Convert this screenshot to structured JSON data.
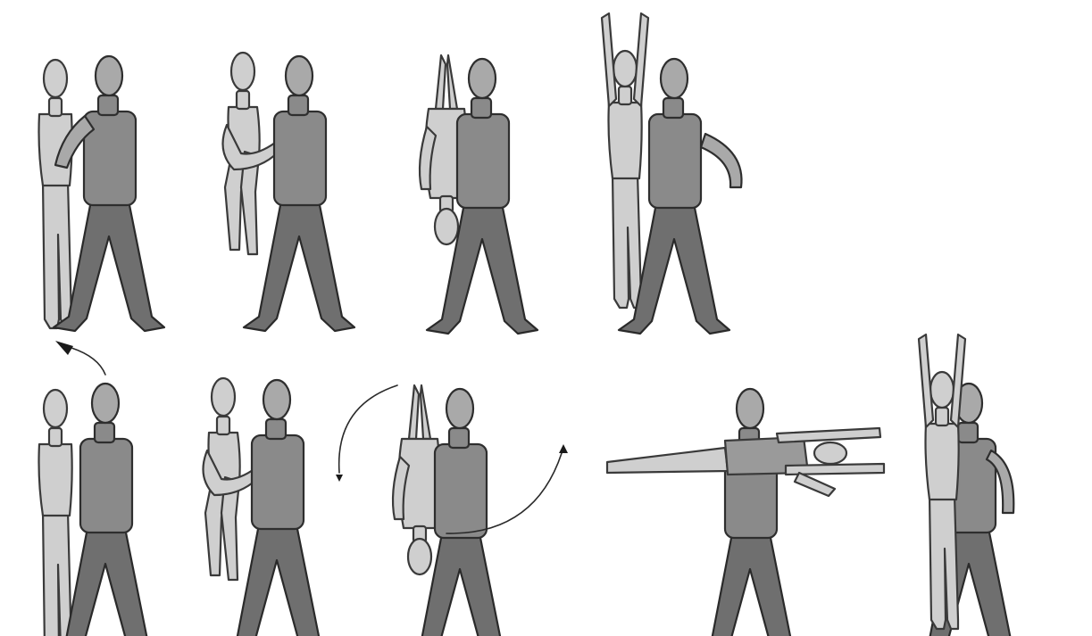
{
  "figure": {
    "rows": [
      {
        "frames": [
          "lift-start",
          "knees-up",
          "inverted-hold",
          "arms-up-finish"
        ]
      },
      {
        "frames": [
          "lift-start-rotate",
          "knees-up",
          "inverted-rotation",
          "horizontal-hold",
          "arms-up-finish"
        ]
      }
    ],
    "colors": {
      "woman": "#cfcfcf",
      "man": "#8a8a8a",
      "outline": "#2e2e2e"
    }
  }
}
